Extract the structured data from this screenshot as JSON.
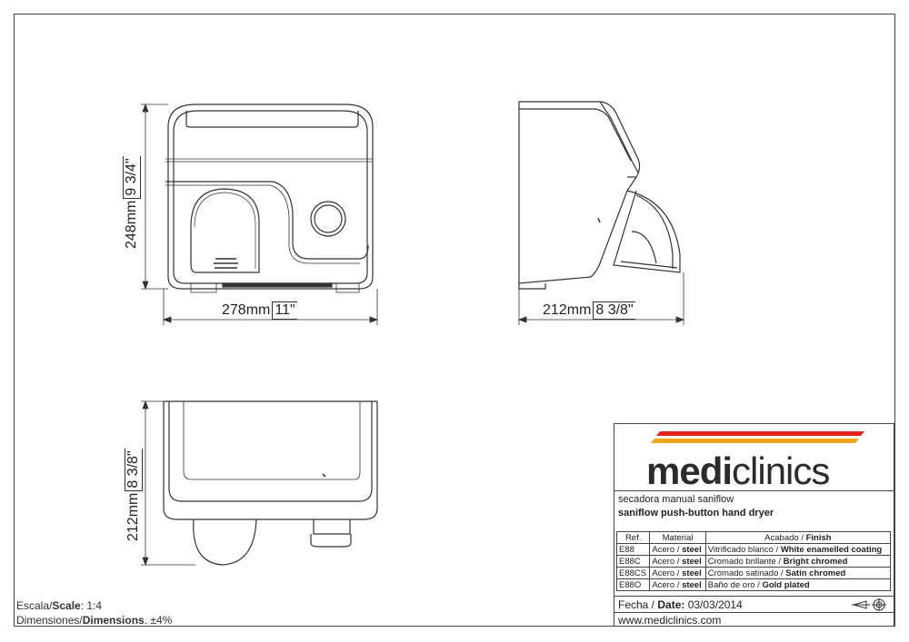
{
  "dimensions": {
    "front_width": "278mm",
    "front_width_in": "11\"",
    "front_height": "248mm",
    "front_height_in": "9 3/4\"",
    "side_depth": "212mm",
    "side_depth_in": "8 3/8\"",
    "top_depth": "212mm",
    "top_depth_in": "8 3/8\""
  },
  "scale": {
    "label_es": "Escala/",
    "label_en": "Scale",
    "value": ":  1:4",
    "dim_label_es": "Dimensiones/",
    "dim_label_en": "Dimensions",
    "dim_value": ".  ±4%"
  },
  "title_block": {
    "logo_bold": "medi",
    "logo_light": "clinics",
    "brand_colors": {
      "red": "#e3241b",
      "orange": "#f2a51d"
    },
    "desc_es": "secadora manual saniflow",
    "desc_en": "saniflow push-button hand dryer",
    "table_headers": {
      "ref": "Ref.",
      "material": "Material",
      "finish_es": "Acabado / ",
      "finish_en": "Finish"
    },
    "rows": [
      {
        "ref": "E88",
        "mat_es": "Acero / ",
        "mat_en": "steel",
        "fin_es": "Vitrificado blanco / ",
        "fin_en": "White enamelled coating"
      },
      {
        "ref": "E88C",
        "mat_es": "Acero / ",
        "mat_en": "steel",
        "fin_es": "Cromado brillante / ",
        "fin_en": "Bright chromed"
      },
      {
        "ref": "E88CS",
        "mat_es": "Acero / ",
        "mat_en": "steel",
        "fin_es": "Cromado satinado / ",
        "fin_en": "Satin chromed"
      },
      {
        "ref": "E88O",
        "mat_es": "Acero / ",
        "mat_en": "steel",
        "fin_es": "Baño de oro / ",
        "fin_en": "Gold plated"
      }
    ],
    "date_es": "Fecha / ",
    "date_en": "Date: ",
    "date_value": "03/03/2014",
    "projection_icon": "first-angle-projection-icon",
    "website": "www.mediclinics.com"
  }
}
